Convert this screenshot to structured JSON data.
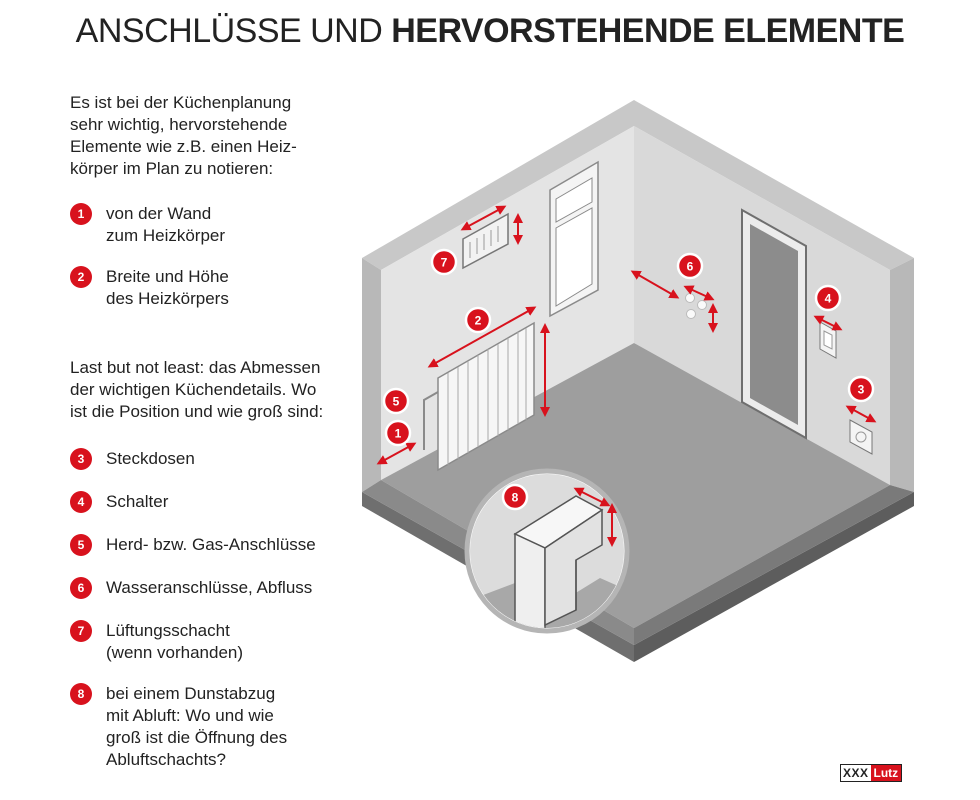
{
  "title": {
    "part_light": "ANSCHLÜSSE UND",
    "part_bold": "HERVORSTEHENDE ELEMENTE"
  },
  "intro_lines": [
    "Es ist bei der Küchenplanung",
    "sehr wichtig, hervorstehende",
    "Elemente wie z.B. einen Heiz-",
    "körper im Plan zu notieren:"
  ],
  "items_a": [
    {
      "num": "1",
      "lines": [
        "von der Wand",
        "zum Heizkörper"
      ]
    },
    {
      "num": "2",
      "lines": [
        "Breite und Höhe",
        "des Heizkörpers"
      ]
    }
  ],
  "intro2_lines": [
    "Last but not least: das Abmessen",
    "der wichtigen Küchendetails. Wo",
    "ist die Position und wie groß sind:"
  ],
  "items_b": [
    {
      "num": "3",
      "lines": [
        "Steckdosen"
      ]
    },
    {
      "num": "4",
      "lines": [
        "Schalter"
      ]
    },
    {
      "num": "5",
      "lines": [
        "Herd- bzw. Gas-Anschlüsse"
      ]
    },
    {
      "num": "6",
      "lines": [
        "Wasseranschlüsse, Abfluss"
      ]
    },
    {
      "num": "7",
      "lines": [
        "Lüftungsschacht",
        "(wenn vorhanden)"
      ]
    },
    {
      "num": "8",
      "lines": [
        "bei einem Dunstabzug",
        "mit Abluft: Wo und wie",
        "groß ist die Öffnung des",
        "Abluftschachts?"
      ]
    }
  ],
  "diagram_markers": [
    "7",
    "2",
    "5",
    "1",
    "6",
    "4",
    "3",
    "8"
  ],
  "logo": {
    "part_a": "XXX",
    "part_b": "Lutz"
  },
  "colors": {
    "accent": "#d8121d",
    "wall_light": "#ebebeb",
    "wall_mid": "#d6d6d6",
    "floor": "#9b9b9b",
    "outline": "#444444"
  }
}
